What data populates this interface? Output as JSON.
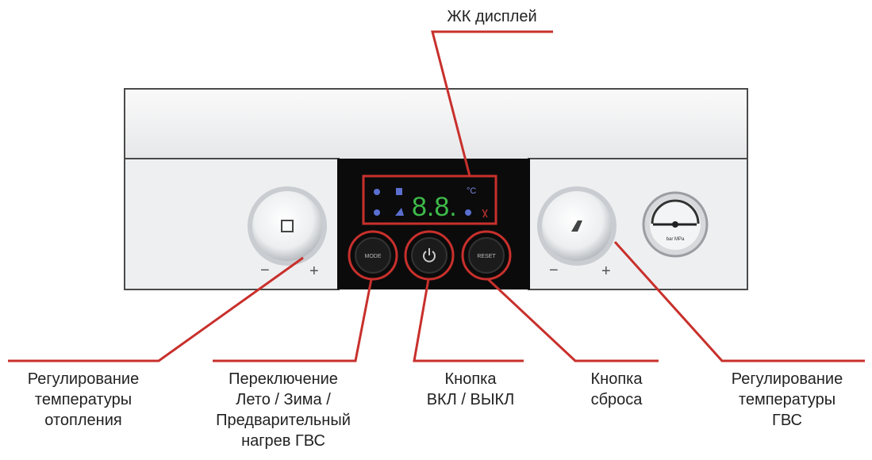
{
  "labels": {
    "display": "ЖК дисплей",
    "heating_knob": [
      "Регулирование",
      "температуры",
      "отопления"
    ],
    "mode_button": [
      "Переключение",
      "Лето / Зима /",
      "Предварительный",
      "нагрев ГВС"
    ],
    "power_button": [
      "Кнопка",
      "ВКЛ / ВЫКЛ"
    ],
    "reset_button": [
      "Кнопка",
      "сброса"
    ],
    "dhw_knob": [
      "Регулирование",
      "температуры",
      "ГВС"
    ]
  },
  "device": {
    "mode_label": "MODE",
    "reset_label": "RESET",
    "display_digits": "8.8.",
    "unit": "°C",
    "minus": "−",
    "plus": "+",
    "gauge_label": "bar MPa"
  },
  "colors": {
    "callout": "#c8302c",
    "digits": "#3dbb4a",
    "icons": "#5a6fd0"
  }
}
